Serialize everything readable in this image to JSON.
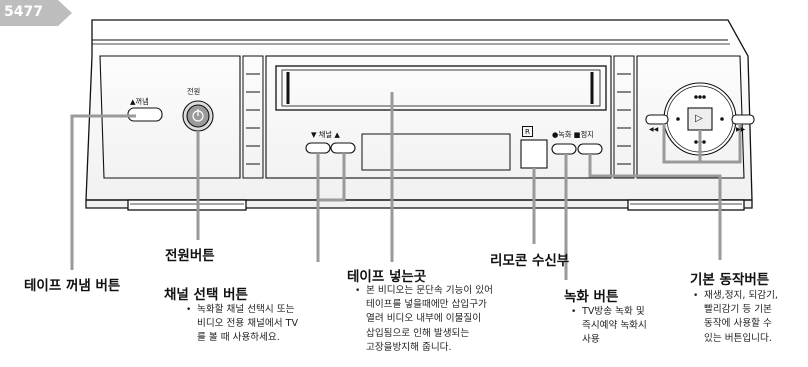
{
  "page_number": "5477",
  "panel": {
    "eject_label": "▲꺼냄",
    "power_label": "전원",
    "channel_label": "▼ 채널 ▲",
    "r_label": "R",
    "rec_stop_label": "●녹화 ■정지",
    "rew_symbol": "◀◀",
    "ff_symbol": "▶▶",
    "play_symbol": "▷"
  },
  "callouts": {
    "tape_eject": {
      "title": "테이프 꺼냄 버튼"
    },
    "power": {
      "title": "전원버튼"
    },
    "channel": {
      "title": "채널 선택 버튼",
      "desc": [
        "녹화할 채널 선택시 또는",
        "비디오 전용 채널에서 TV",
        "를 볼 때 사용하세요."
      ]
    },
    "tape_slot": {
      "title": "테이프 넣는곳",
      "desc": [
        "본 비디오는 문단속 기능이 있어",
        "테이프를 넣을때에만 삽입구가",
        "열려 비디오 내부에 이물질이",
        "삽입됨으로 인해 발생되는",
        "고장을방지해 줍니다."
      ]
    },
    "remote_sensor": {
      "title": "리모콘 수신부"
    },
    "record": {
      "title": "녹화 버튼",
      "desc": [
        "TV방송 녹화 및",
        "즉시예약 녹화시",
        "사용"
      ]
    },
    "basic": {
      "title": "기본 동작버튼",
      "desc": [
        "재생,정지, 되감기,",
        "빨리감기 등 기본",
        "동작에 사용할 수",
        "있는 버튼입니다."
      ]
    }
  }
}
